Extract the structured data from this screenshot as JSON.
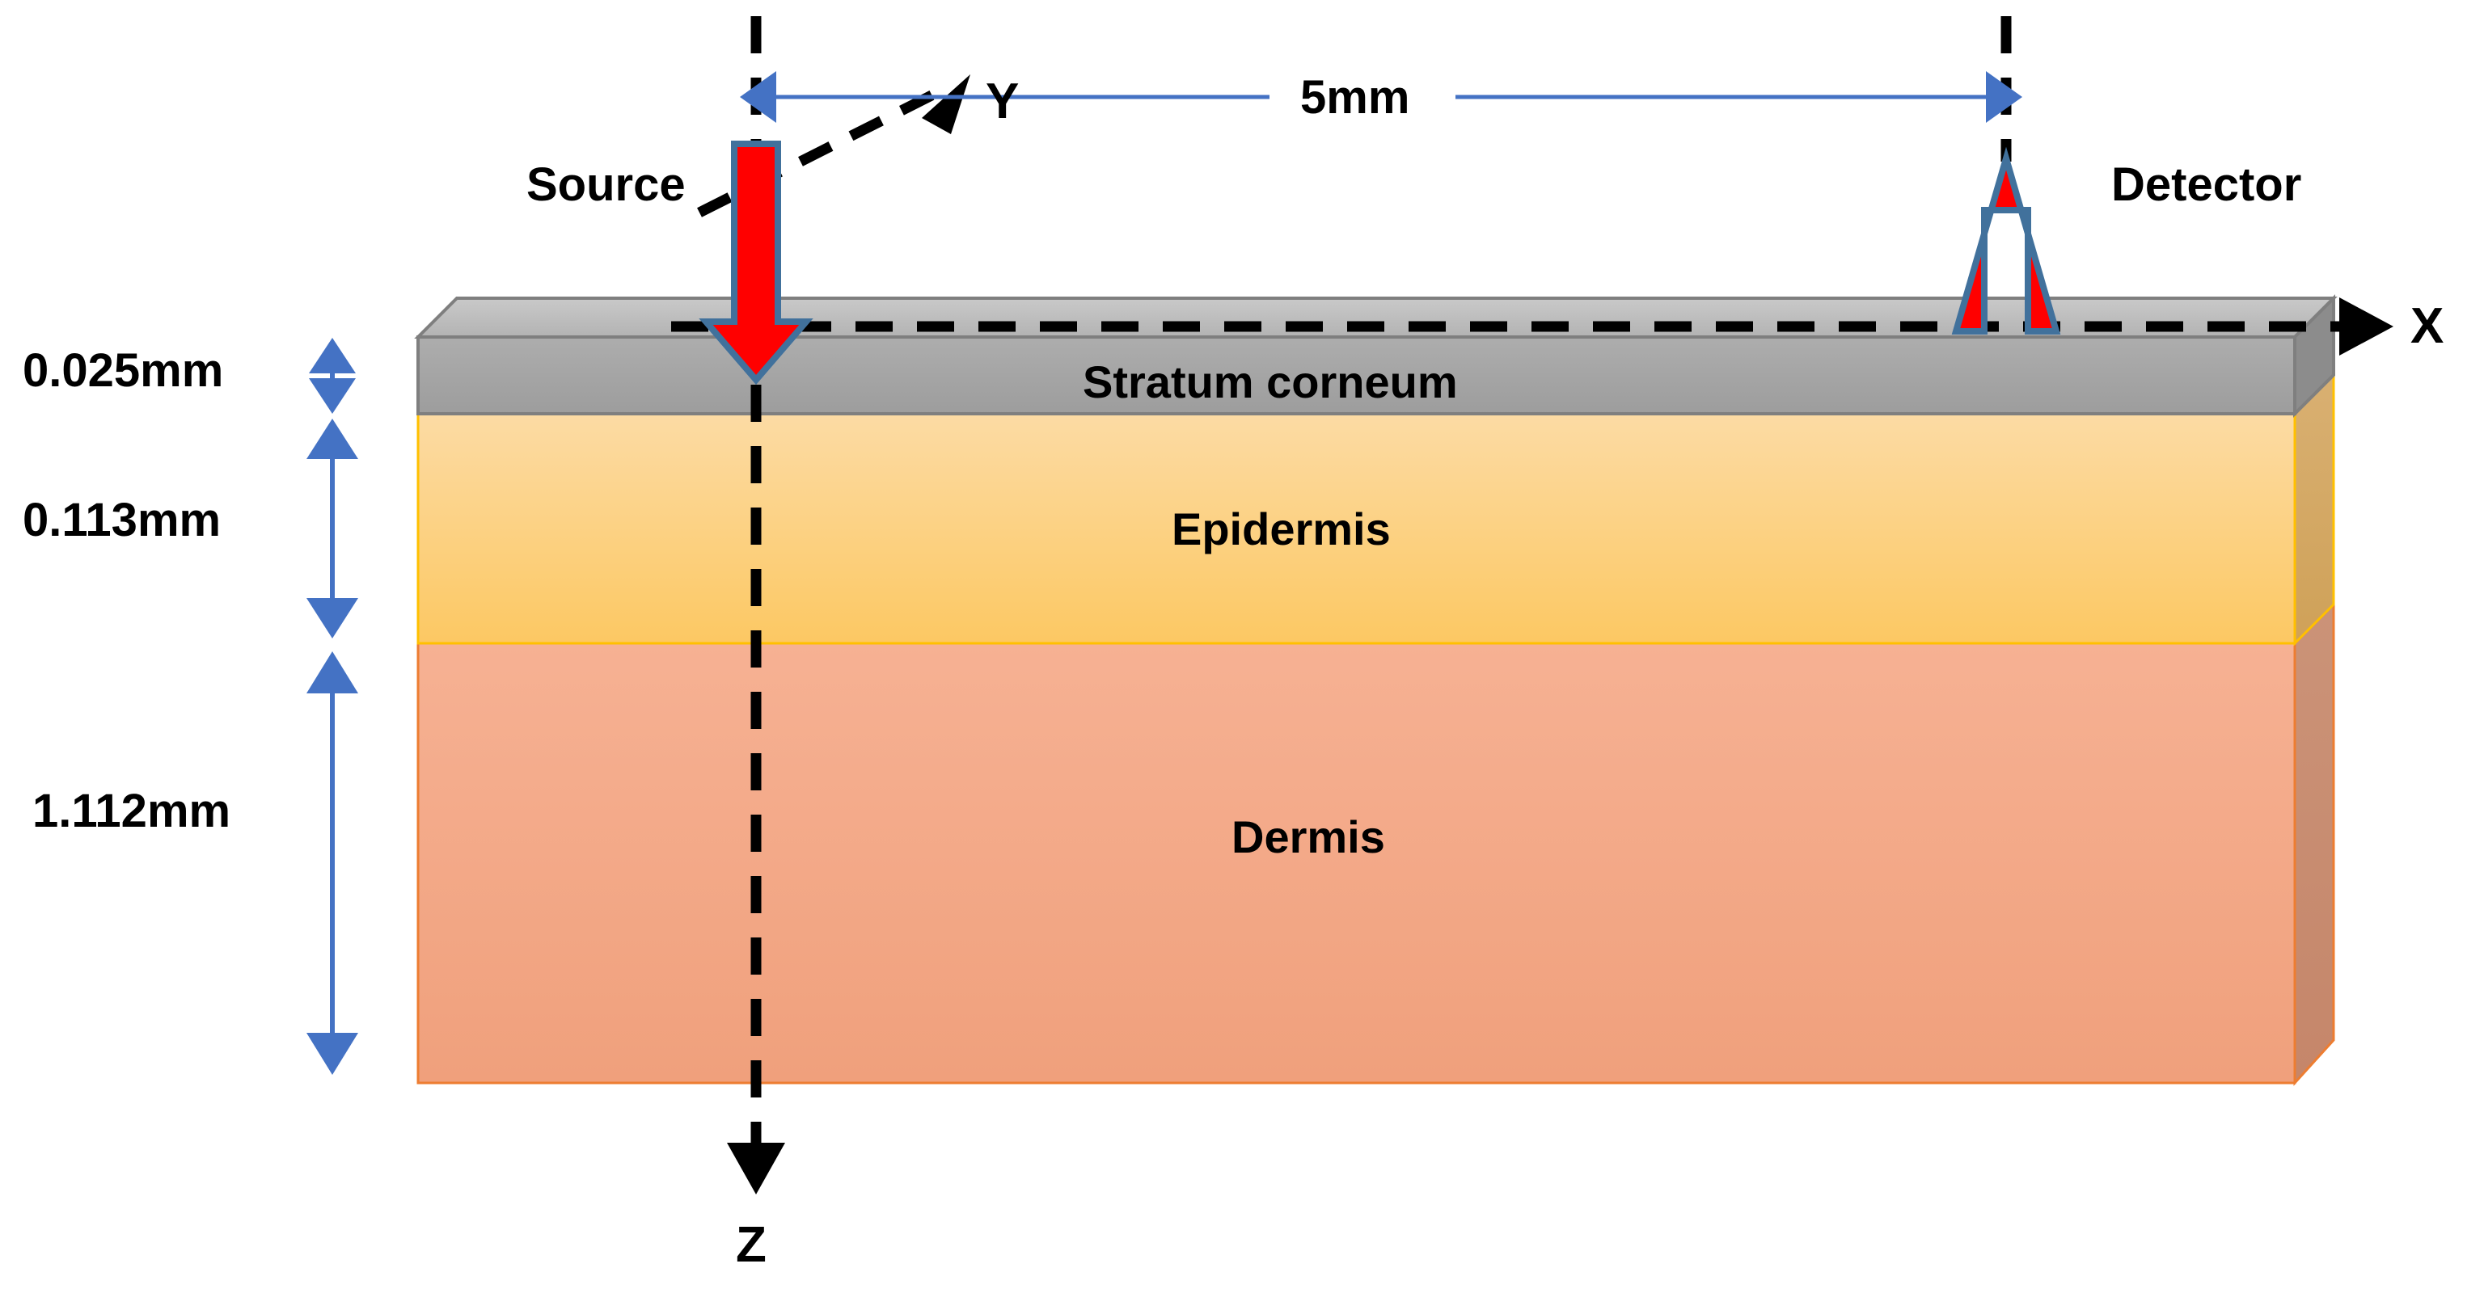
{
  "diagram": {
    "title": "Three-layer skin model with source-detector geometry",
    "background_color": "#ffffff"
  },
  "chart_data": {
    "type": "diagram",
    "title": "Three-layer skin model with source-detector geometry",
    "layers": [
      {
        "name": "Stratum corneum",
        "thickness": "0.025mm",
        "thickness_value": 0.025,
        "unit": "mm",
        "fill": "#a6a6a6",
        "top_fill": "#bfbfbf",
        "side_fill": "#808080",
        "stroke": "#7f7f7f"
      },
      {
        "name": "Epidermis",
        "thickness": "0.113mm",
        "thickness_value": 0.113,
        "unit": "mm",
        "fill": "#fcd28e",
        "top_fill": "#fcd28e",
        "side_fill": "#d6ab68",
        "stroke": "#ffc000"
      },
      {
        "name": "Dermis",
        "thickness": "1.112mm",
        "thickness_value": 1.112,
        "unit": "mm",
        "fill": "#f4a882",
        "top_fill": "#f4a882",
        "side_fill": "#c98a6b",
        "stroke": "#ed7d31"
      }
    ],
    "separation": {
      "label": "5mm",
      "value": 5,
      "unit": "mm",
      "from": "Source",
      "to": "Detector",
      "color": "#4472c4"
    },
    "axes": [
      {
        "label": "X",
        "direction": "right"
      },
      {
        "label": "Y",
        "direction": "up-right"
      },
      {
        "label": "Z",
        "direction": "down"
      }
    ],
    "probes": [
      {
        "label": "Source",
        "direction": "down",
        "color": "#ff0000",
        "outline": "#41719c"
      },
      {
        "label": "Detector",
        "direction": "up",
        "color": "#ff0000",
        "outline": "#41719c"
      }
    ]
  },
  "labels": {
    "source": "Source",
    "detector": "Detector",
    "separation": "5mm",
    "axis_x": "X",
    "axis_y": "Y",
    "axis_z": "Z",
    "stratum_corneum": "Stratum corneum",
    "epidermis": "Epidermis",
    "dermis": "Dermis",
    "thickness_stratum_corneum": "0.025mm",
    "thickness_epidermis": "0.113mm",
    "thickness_dermis": "1.112mm"
  },
  "colors": {
    "dimension_blue": "#4472c4",
    "arrow_red": "#ff0000",
    "arrow_outline": "#41719c",
    "stratum_corneum": "#a6a6a6",
    "epidermis": "#fcd28e",
    "dermis": "#f4a882",
    "axis_black": "#000000"
  }
}
